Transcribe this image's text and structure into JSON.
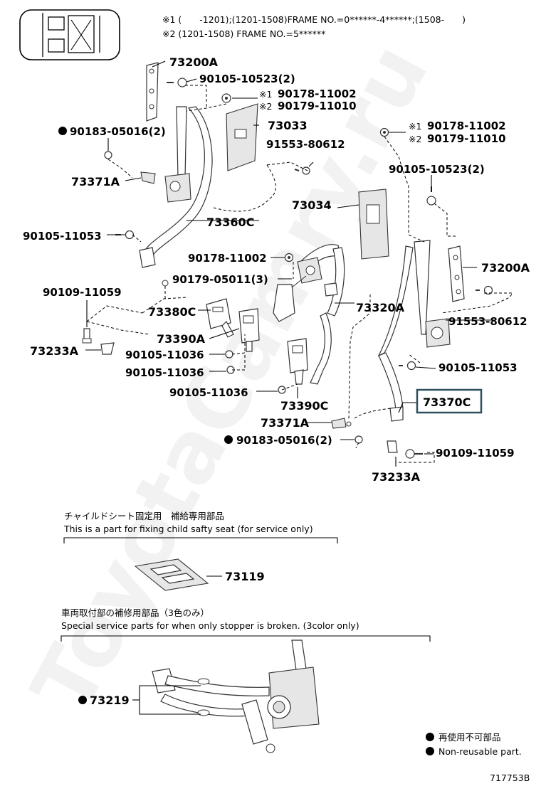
{
  "header": {
    "note1": "※1 (　　-1201);(1201-1508)FRAME NO.=0******-4******;(1508-　　)",
    "note2": "※2 (1201-1508) FRAME NO.=5******"
  },
  "watermark": "ToyotaCamry.ru",
  "mark_note1": "※1",
  "mark_note2": "※2",
  "highlight_color": "#2e4f5c",
  "parts": {
    "p73200A_top": "73200A",
    "p90105_10523_top": "90105-10523(2)",
    "p90178_top": "90178-11002",
    "p90179_top": "90179-11010",
    "p73033": "73033",
    "p91553_top": "91553-80612",
    "p90183_top": "90183-05016(2)",
    "p73371A_top": "73371A",
    "p73034": "73034",
    "p73360C": "73360C",
    "p90105_11053_left": "90105-11053",
    "p90178_mid": "90178-11002",
    "p90179_05011": "90179-05011(3)",
    "p90109_left": "90109-11059",
    "p73380C": "73380C",
    "p73390A": "73390A",
    "p73233A_left": "73233A",
    "p90105_11036_a": "90105-11036",
    "p90105_11036_b": "90105-11036",
    "p90105_11036_c": "90105-11036",
    "p73390C": "73390C",
    "p73371A_bot": "73371A",
    "p90183_bot": "90183-05016(2)",
    "p73320A": "73320A",
    "p90178_right": "90178-11002",
    "p90179_right": "90179-11010",
    "p90105_10523_right": "90105-10523(2)",
    "p73200A_right": "73200A",
    "p91553_right": "91553-80612",
    "p90105_11053_right": "90105-11053",
    "p73370C": "73370C",
    "p90109_right": "90109-11059",
    "p73233A_right": "73233A",
    "p73119": "73119",
    "p73219": "73219"
  },
  "sections": {
    "child_seat_jp": "チャイルドシート固定用　補給専用部品",
    "child_seat_en": "This is a part for fixing child safty seat (for service only)",
    "stopper_jp": "車両取付部の補修用部品（3色のみ）",
    "stopper_en": "Special service parts for when only stopper is broken. (3color only)"
  },
  "legend": {
    "jp": "再使用不可部品",
    "en": "Non-reusable part."
  },
  "diagram_code": "717753B"
}
